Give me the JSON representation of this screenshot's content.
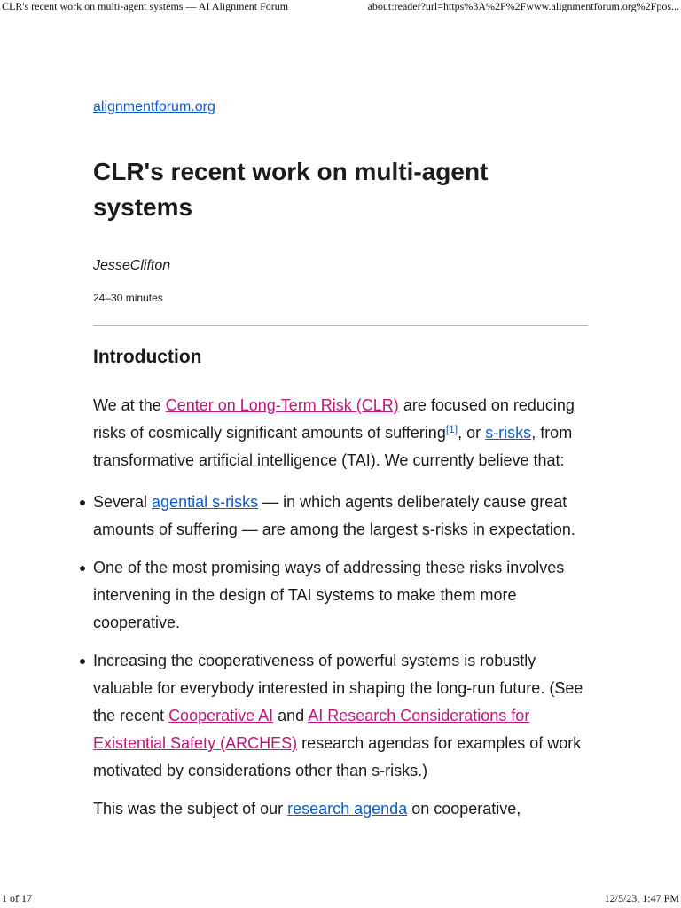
{
  "print_header": {
    "title": "CLR's recent work on multi-agent systems — AI Alignment Forum",
    "url": "about:reader?url=https%3A%2F%2Fwww.alignmentforum.org%2Fpos..."
  },
  "print_footer": {
    "page": "1 of 17",
    "datetime": "12/5/23, 1:47 PM"
  },
  "article": {
    "domain_link": "alignmentforum.org",
    "title": "CLR's recent work on multi-agent systems",
    "author": "JesseClifton",
    "reading_time": "24–30 minutes",
    "section_heading": "Introduction",
    "intro": {
      "t1": "We at the ",
      "clr_link": "Center on Long-Term Risk (CLR)",
      "t2": " are focused on reducing risks of cosmically significant amounts of suffering",
      "footnote": "[1]",
      "t3": ", or ",
      "srisks_link": "s-risks",
      "t4": ", from transformative artificial intelligence (TAI). We currently believe that:"
    },
    "bullets": {
      "b1": {
        "t1": "Several ",
        "link": "agential s-risks",
        "t2": " — in which agents deliberately cause great amounts of suffering — are among the largest s-risks in expectation."
      },
      "b2": {
        "text": "One of the most promising ways of addressing these risks involves intervening in the design of TAI systems to make them more cooperative."
      },
      "b3": {
        "t1": "Increasing the cooperativeness of powerful systems is robustly valuable for everybody interested in shaping the long-run future. (See the recent ",
        "link1": "Cooperative AI",
        "t2": " and ",
        "link2": "AI Research Considerations for Existential Safety (ARCHES)",
        "t3": " research agendas for examples of work motivated by considerations other than s-risks.)"
      }
    },
    "last_para": {
      "t1": "This was the subject of our ",
      "link": "research agenda",
      "t2": " on cooperative,"
    }
  },
  "colors": {
    "link_blue": "#0b5bd3",
    "link_visited_magenta": "#c0167a",
    "text": "#1b1b1b"
  }
}
